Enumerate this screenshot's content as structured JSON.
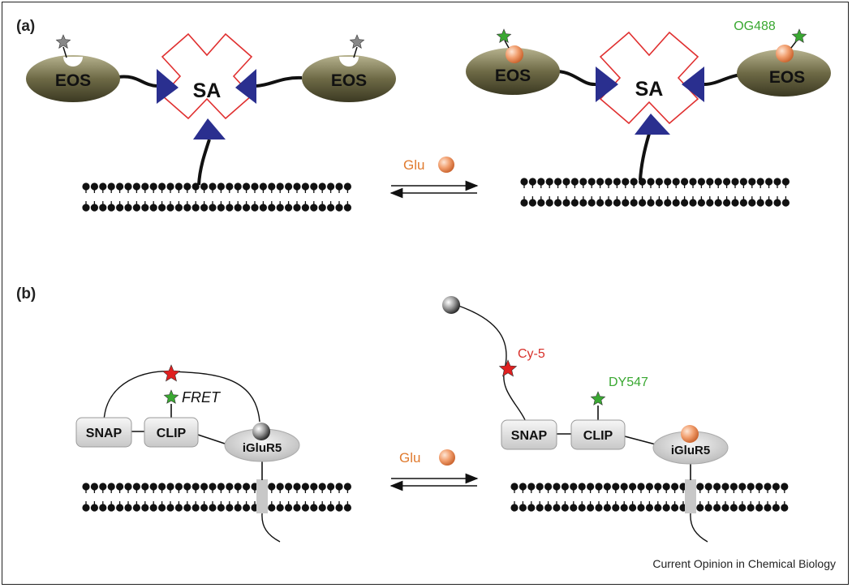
{
  "panels": [
    {
      "label": "(a)",
      "left": {
        "eos1": "EOS",
        "sa": "SA",
        "eos2": "EOS"
      },
      "arrow_label": "Glu",
      "right": {
        "eos1": "EOS",
        "sa": "SA",
        "eos2": "EOS",
        "dye": "OG488"
      }
    },
    {
      "label": "(b)",
      "left": {
        "snap": "SNAP",
        "clip": "CLIP",
        "receptor": "iGluR5",
        "fret": "FRET"
      },
      "arrow_label": "Glu",
      "right": {
        "snap": "SNAP",
        "clip": "CLIP",
        "receptor": "iGluR5",
        "dye_red": "Cy-5",
        "dye_green": "DY547"
      }
    }
  ],
  "credit": "Current Opinion in Chemical Biology",
  "colors": {
    "eos_fill": "#6e6a46",
    "sa_outline": "#e03030",
    "anchor": "#2a2f8f",
    "glutamate": "#f0a070",
    "green_star": "#3aa832",
    "red_star": "#e02020",
    "gray_star": "#888888",
    "membrane": "#111111"
  }
}
